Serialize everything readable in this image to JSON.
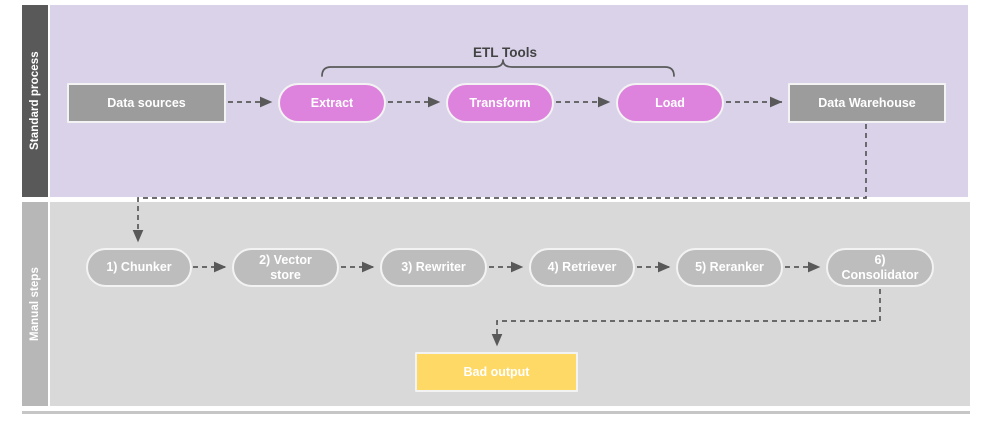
{
  "diagram": {
    "lanes": [
      {
        "id": "standard",
        "label": "Standard process",
        "color": "#d9d2e9",
        "label_bar_color": "#595959"
      },
      {
        "id": "manual",
        "label": "Manual steps",
        "color": "#d9d9d9",
        "label_bar_color": "#b7b7b7"
      }
    ],
    "bracket": {
      "label": "ETL Tools",
      "spans": [
        "Extract",
        "Load"
      ]
    },
    "standard_process": {
      "nodes": [
        {
          "id": "data-sources",
          "label": "Data sources",
          "shape": "rect",
          "color": "#9c9c9c"
        },
        {
          "id": "extract",
          "label": "Extract",
          "shape": "pill",
          "color": "#dd83dd"
        },
        {
          "id": "transform",
          "label": "Transform",
          "shape": "pill",
          "color": "#dd83dd"
        },
        {
          "id": "load",
          "label": "Load",
          "shape": "pill",
          "color": "#dd83dd"
        },
        {
          "id": "data-warehouse",
          "label": "Data Warehouse",
          "shape": "rect",
          "color": "#9c9c9c"
        }
      ]
    },
    "manual_steps": {
      "nodes": [
        {
          "id": "chunker",
          "label": "1) Chunker",
          "shape": "pill",
          "color": "#bdbdbd"
        },
        {
          "id": "vector-store",
          "label": "2) Vector\nstore",
          "shape": "pill",
          "color": "#bdbdbd"
        },
        {
          "id": "rewriter",
          "label": "3) Rewriter",
          "shape": "pill",
          "color": "#bdbdbd"
        },
        {
          "id": "retriever",
          "label": "4) Retriever",
          "shape": "pill",
          "color": "#bdbdbd"
        },
        {
          "id": "reranker",
          "label": "5) Reranker",
          "shape": "pill",
          "color": "#bdbdbd"
        },
        {
          "id": "consolidator",
          "label": "6)\nConsolidator",
          "shape": "pill",
          "color": "#bdbdbd"
        }
      ],
      "output": {
        "id": "bad-output",
        "label": "Bad output",
        "shape": "rect",
        "color": "#ffd966"
      }
    },
    "node_labels": {
      "data_sources": "Data sources",
      "extract": "Extract",
      "transform": "Transform",
      "load": "Load",
      "data_warehouse": "Data Warehouse",
      "chunker": "1) Chunker",
      "vector_store_line1": "2) Vector",
      "vector_store_line2": "store",
      "rewriter": "3) Rewriter",
      "retriever": "4) Retriever",
      "reranker": "5) Reranker",
      "consolidator_line1": "6)",
      "consolidator_line2": "Consolidator",
      "bad_output": "Bad output",
      "etl_tools": "ETL Tools",
      "lane_standard": "Standard process",
      "lane_manual": "Manual steps"
    },
    "edges": [
      {
        "from": "data-sources",
        "to": "extract",
        "style": "dashed"
      },
      {
        "from": "extract",
        "to": "transform",
        "style": "dashed"
      },
      {
        "from": "transform",
        "to": "load",
        "style": "dashed"
      },
      {
        "from": "load",
        "to": "data-warehouse",
        "style": "dashed"
      },
      {
        "from": "data-warehouse",
        "to": "chunker",
        "style": "dashed"
      },
      {
        "from": "chunker",
        "to": "vector-store",
        "style": "dashed"
      },
      {
        "from": "vector-store",
        "to": "rewriter",
        "style": "dashed"
      },
      {
        "from": "rewriter",
        "to": "retriever",
        "style": "dashed"
      },
      {
        "from": "retriever",
        "to": "reranker",
        "style": "dashed"
      },
      {
        "from": "reranker",
        "to": "consolidator",
        "style": "dashed"
      },
      {
        "from": "consolidator",
        "to": "bad-output",
        "style": "dashed"
      }
    ],
    "colors": {
      "edge": "#595959",
      "node_text": "#ffffff",
      "bracket": "#595959",
      "bracket_text": "#434343",
      "background": "#ffffff"
    }
  }
}
